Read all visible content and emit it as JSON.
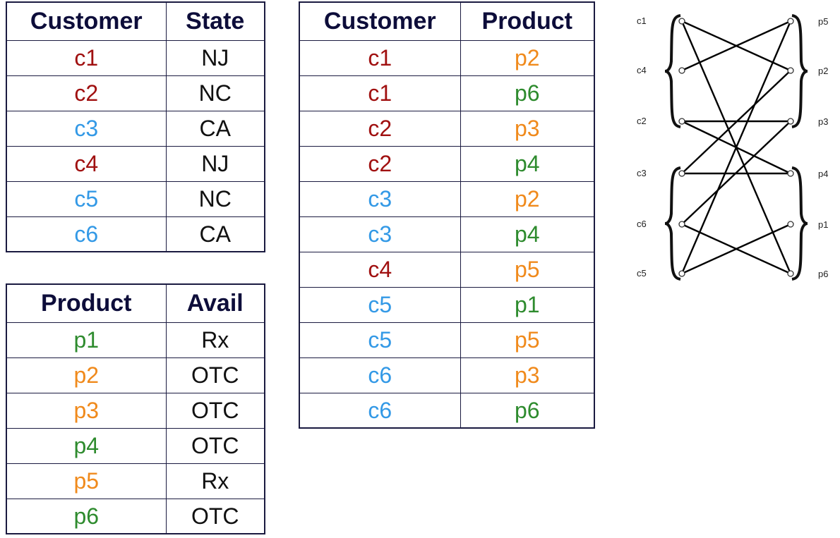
{
  "colors": {
    "red": "#a01010",
    "blue": "#3399e6",
    "orange": "#f08a1c",
    "green": "#2e8b2e",
    "plain": "#111111"
  },
  "customer_state": {
    "headers": [
      "Customer",
      "State"
    ],
    "rows": [
      {
        "customer": "c1",
        "state": "NJ",
        "color": "red"
      },
      {
        "customer": "c2",
        "state": "NC",
        "color": "red"
      },
      {
        "customer": "c3",
        "state": "CA",
        "color": "blue"
      },
      {
        "customer": "c4",
        "state": "NJ",
        "color": "red"
      },
      {
        "customer": "c5",
        "state": "NC",
        "color": "blue"
      },
      {
        "customer": "c6",
        "state": "CA",
        "color": "blue"
      }
    ]
  },
  "product_avail": {
    "headers": [
      "Product",
      "Avail"
    ],
    "rows": [
      {
        "product": "p1",
        "avail": "Rx",
        "color": "green"
      },
      {
        "product": "p2",
        "avail": "OTC",
        "color": "orange"
      },
      {
        "product": "p3",
        "avail": "OTC",
        "color": "orange"
      },
      {
        "product": "p4",
        "avail": "OTC",
        "color": "green"
      },
      {
        "product": "p5",
        "avail": "Rx",
        "color": "orange"
      },
      {
        "product": "p6",
        "avail": "OTC",
        "color": "green"
      }
    ]
  },
  "customer_product": {
    "headers": [
      "Customer",
      "Product"
    ],
    "rows": [
      {
        "customer": "c1",
        "product": "p2",
        "ccolor": "red",
        "pcolor": "orange"
      },
      {
        "customer": "c1",
        "product": "p6",
        "ccolor": "red",
        "pcolor": "green"
      },
      {
        "customer": "c2",
        "product": "p3",
        "ccolor": "red",
        "pcolor": "orange"
      },
      {
        "customer": "c2",
        "product": "p4",
        "ccolor": "red",
        "pcolor": "green"
      },
      {
        "customer": "c3",
        "product": "p2",
        "ccolor": "blue",
        "pcolor": "orange"
      },
      {
        "customer": "c3",
        "product": "p4",
        "ccolor": "blue",
        "pcolor": "green"
      },
      {
        "customer": "c4",
        "product": "p5",
        "ccolor": "red",
        "pcolor": "orange"
      },
      {
        "customer": "c5",
        "product": "p1",
        "ccolor": "blue",
        "pcolor": "green"
      },
      {
        "customer": "c5",
        "product": "p5",
        "ccolor": "blue",
        "pcolor": "orange"
      },
      {
        "customer": "c6",
        "product": "p3",
        "ccolor": "blue",
        "pcolor": "orange"
      },
      {
        "customer": "c6",
        "product": "p6",
        "ccolor": "blue",
        "pcolor": "green"
      }
    ]
  },
  "graph": {
    "left_nodes": [
      "c1",
      "c4",
      "c2",
      "c3",
      "c6",
      "c5"
    ],
    "right_nodes": [
      "p5",
      "p2",
      "p3",
      "p4",
      "p1",
      "p6"
    ],
    "edges": [
      [
        "c1",
        "p2"
      ],
      [
        "c1",
        "p6"
      ],
      [
        "c2",
        "p3"
      ],
      [
        "c2",
        "p4"
      ],
      [
        "c3",
        "p2"
      ],
      [
        "c3",
        "p4"
      ],
      [
        "c4",
        "p5"
      ],
      [
        "c5",
        "p1"
      ],
      [
        "c5",
        "p5"
      ],
      [
        "c6",
        "p3"
      ],
      [
        "c6",
        "p6"
      ]
    ]
  }
}
